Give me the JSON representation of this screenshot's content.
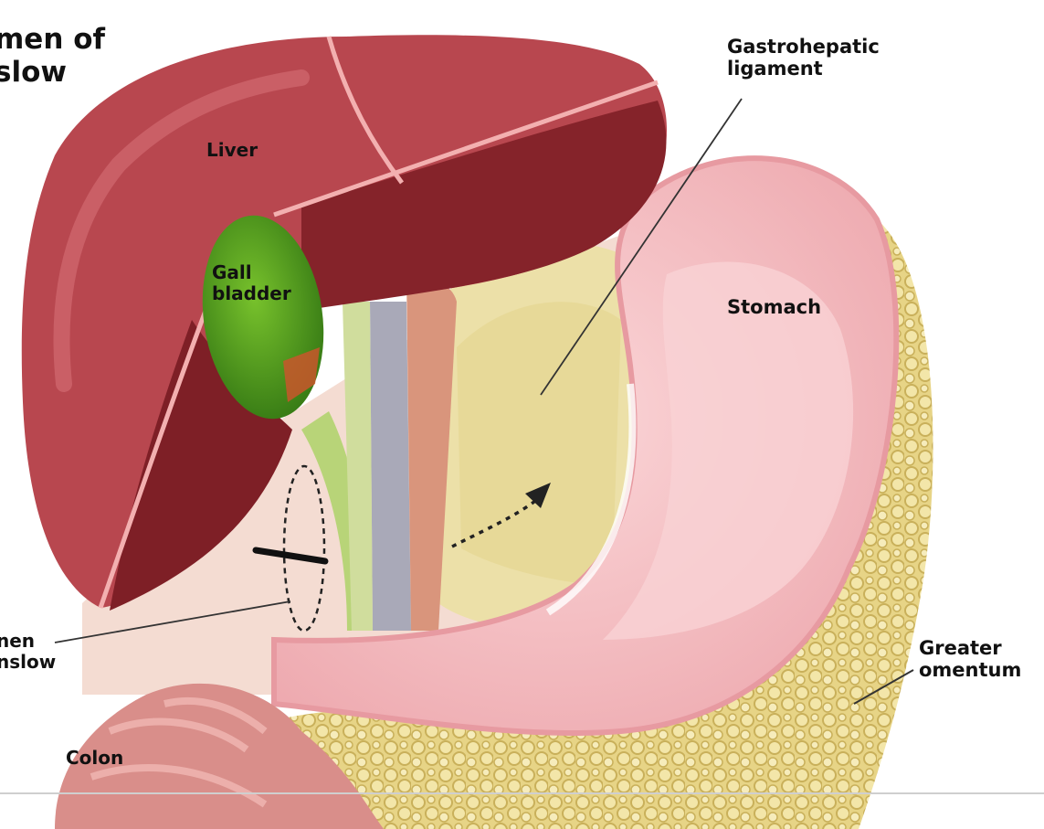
{
  "labels": {
    "foramen_top": [
      "men of",
      "slow"
    ],
    "liver": "Liver",
    "gallbladder": [
      "Gall",
      "bladder"
    ],
    "gastrohepatic": [
      "Gastrohepatic",
      "ligament"
    ],
    "stomach": "Stomach",
    "foramen_left": [
      "nen",
      "nslow"
    ],
    "greater_omentum": [
      "Greater",
      "omentum"
    ],
    "colon": "Colon"
  },
  "colors": {
    "liver": "#b8474f",
    "liver_dark": "#7e1f26",
    "gallbladder": "#4f9a1c",
    "stomach": "#f2b9bd",
    "omentum": "#e8d78a",
    "colon": "#d98e8a",
    "ligament": "#ece0a8"
  }
}
